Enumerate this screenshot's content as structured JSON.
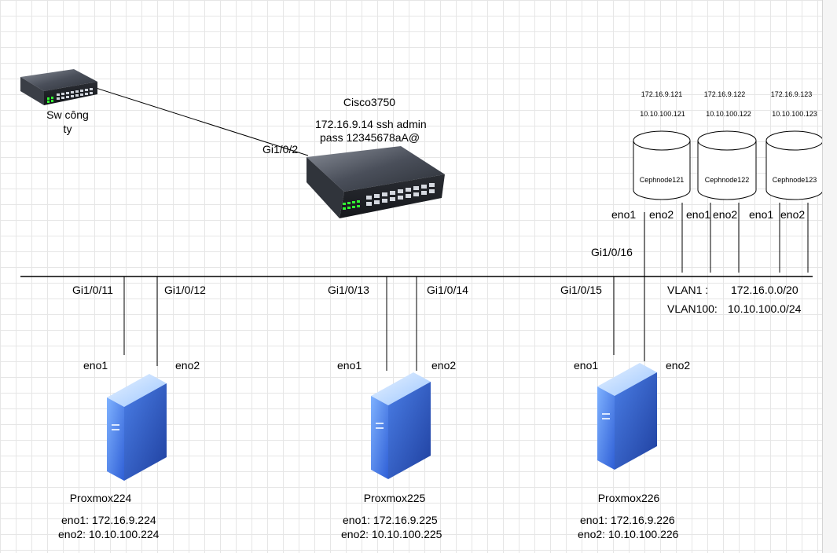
{
  "switch_small": {
    "label_line1": "Sw công",
    "label_line2": "ty"
  },
  "cisco": {
    "name": "Cisco3750",
    "info_line1": "172.16.9.14 ssh admin",
    "info_line2": "pass 12345678aA@",
    "uplink_port": "Gi1/0/2"
  },
  "ceph_nodes": [
    {
      "name": "Cephnode121",
      "ip1": "172.16.9.121",
      "ip2": "10.10.100.121",
      "if1": "eno1",
      "if2": "eno2"
    },
    {
      "name": "Cephnode122",
      "ip1": "172.16.9.122",
      "ip2": "10.10.100.122",
      "if1": "eno1",
      "if2": "eno2"
    },
    {
      "name": "Cephnode123",
      "ip1": "172.16.9.123",
      "ip2": "10.10.100.123",
      "if1": "eno1",
      "if2": "eno2"
    }
  ],
  "ceph_port": "Gi1/0/16",
  "vlans": [
    {
      "name": "VLAN1 :",
      "subnet": "172.16.0.0/20"
    },
    {
      "name": "VLAN100:",
      "subnet": "10.10.100.0/24"
    }
  ],
  "proxmox": [
    {
      "name": "Proxmox224",
      "port1": "Gi1/0/11",
      "port2": "Gi1/0/12",
      "if1": "eno1",
      "if2": "eno2",
      "addr1": "eno1: 172.16.9.224",
      "addr2": "eno2: 10.10.100.224"
    },
    {
      "name": "Proxmox225",
      "port1": "Gi1/0/13",
      "port2": "Gi1/0/14",
      "if1": "eno1",
      "if2": "eno2",
      "addr1": "eno1: 172.16.9.225",
      "addr2": "eno2: 10.10.100.225"
    },
    {
      "name": "Proxmox226",
      "port1": "Gi1/0/15",
      "port2": "",
      "if1": "eno1",
      "if2": "eno2",
      "addr1": "eno1: 172.16.9.226",
      "addr2": "eno2: 10.10.100.226"
    }
  ]
}
